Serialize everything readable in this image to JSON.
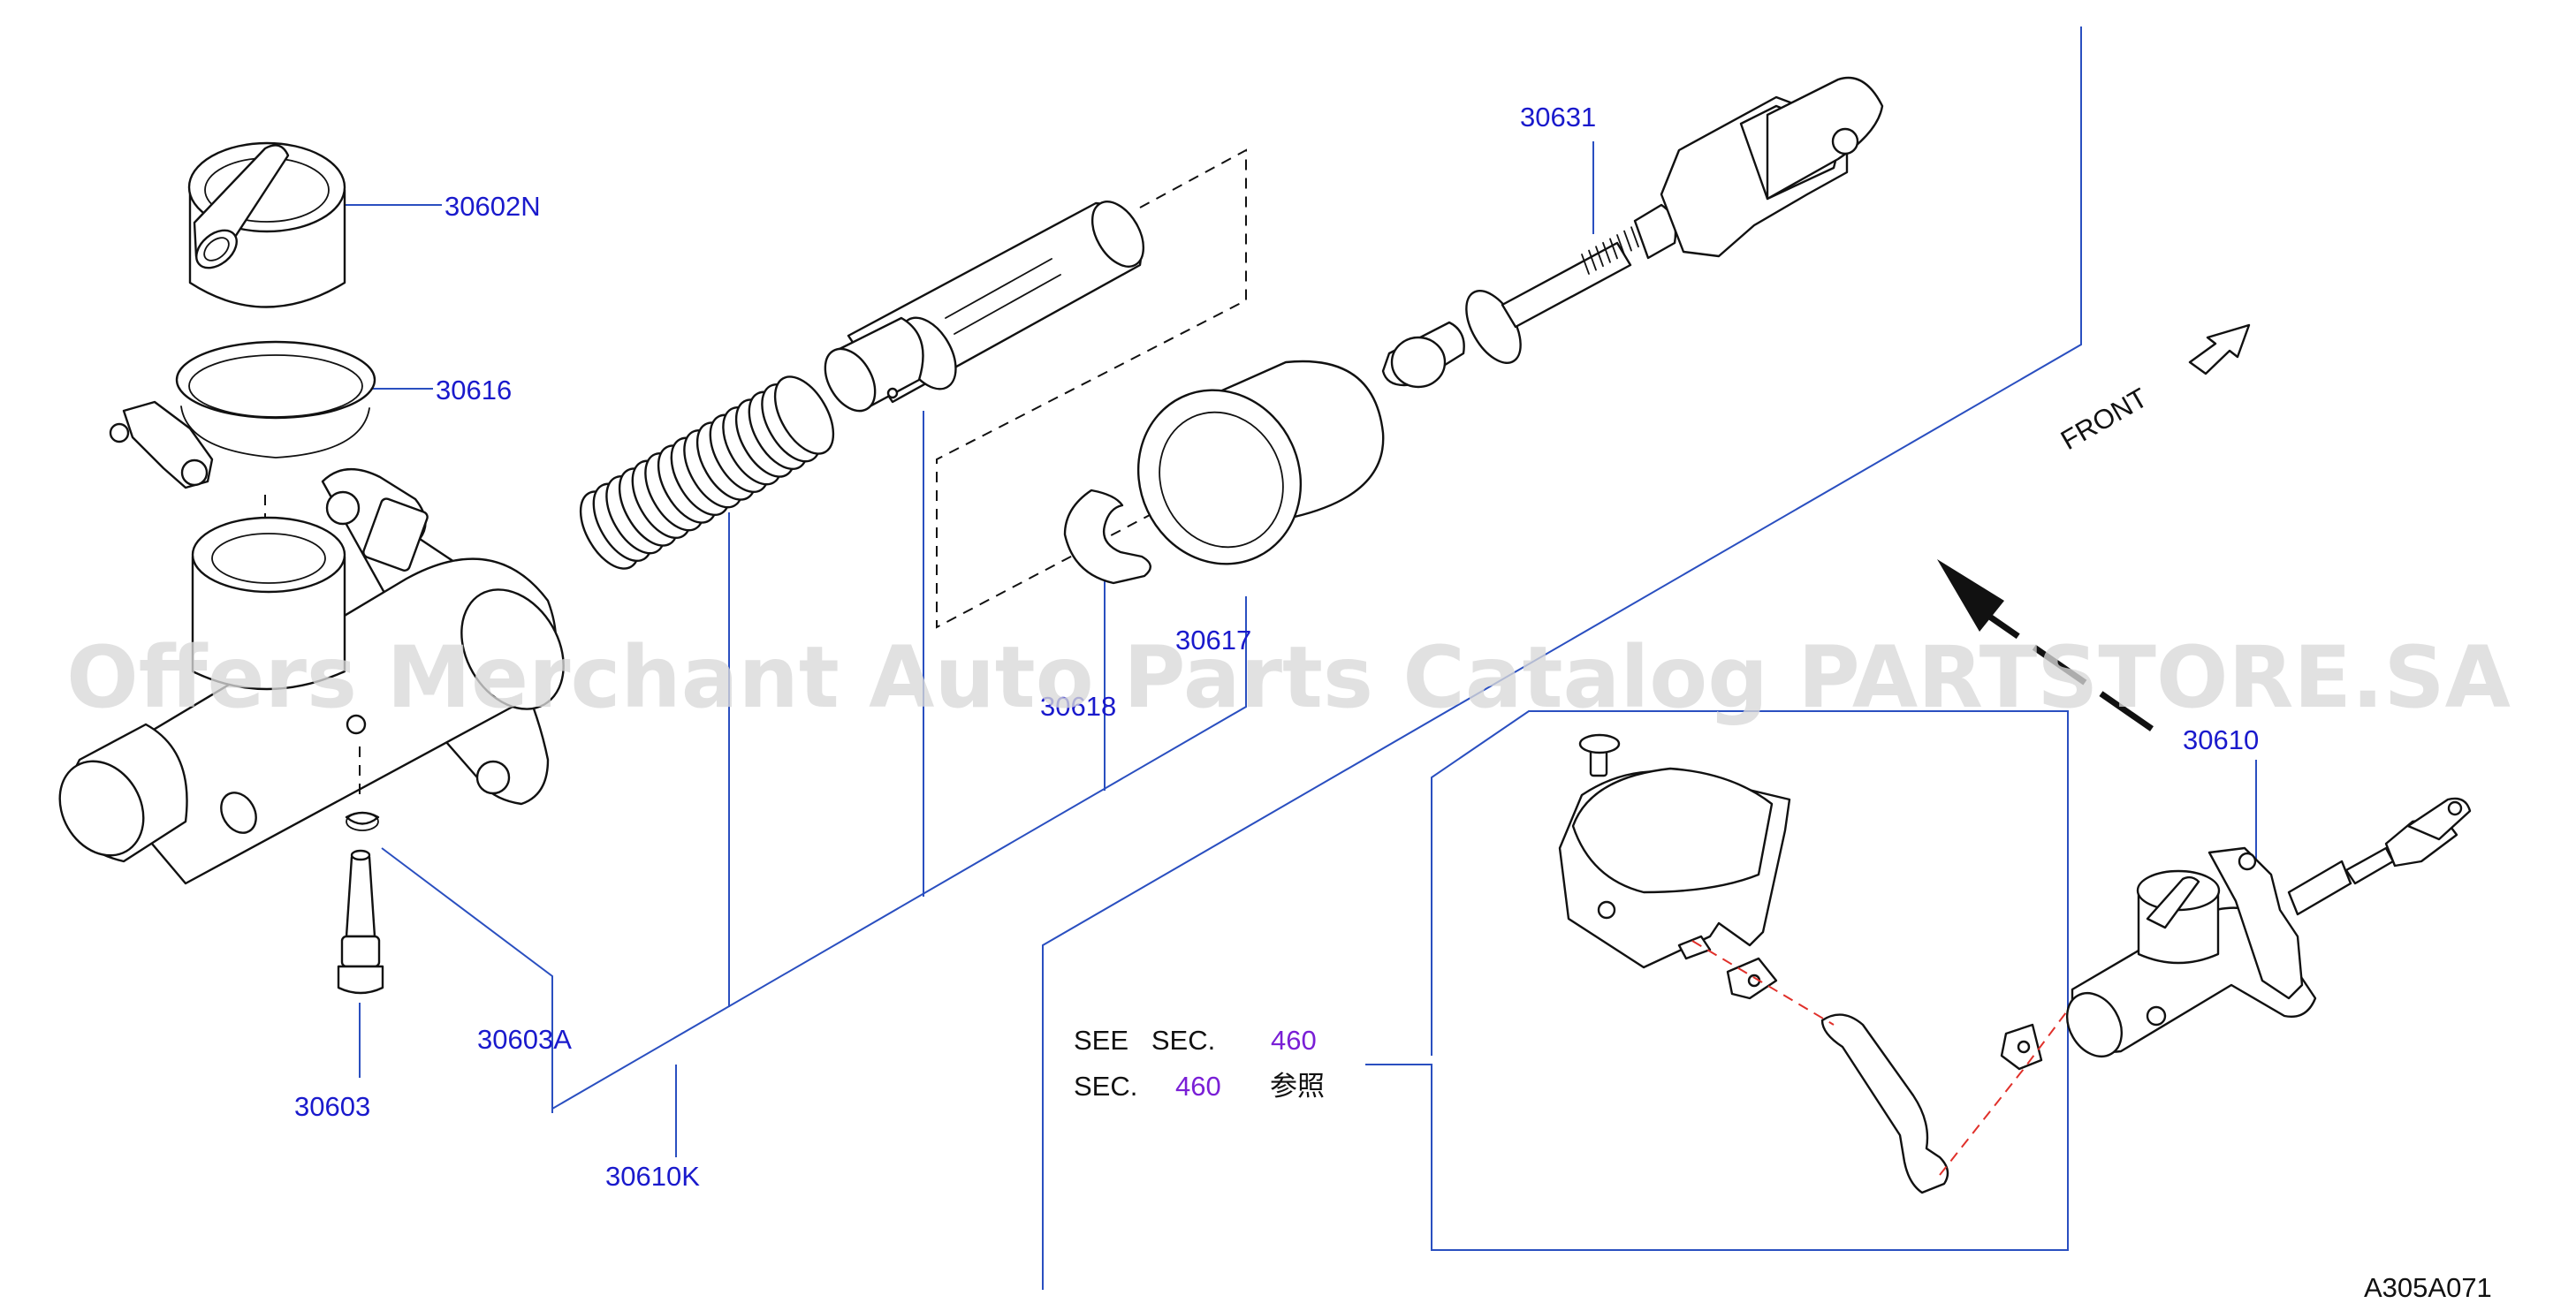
{
  "diagram_code": "A305A071",
  "front_label": "FRONT",
  "watermark": "Offers Merchant Auto Parts Catalog PARTSTORE.SA",
  "callouts": {
    "reservoir_cap": "30602N",
    "seal_ring": "30616",
    "piston_kit": "30610K",
    "bleeder_seat": "30603A",
    "bleeder_screw": "30603",
    "boot": "30617",
    "stopper_ring": "30618",
    "push_rod": "30631",
    "master_cylinder": "30610"
  },
  "see_section": {
    "line1_prefix": "SEE   SEC.",
    "line1_num": "460",
    "line2_prefix": "SEC.",
    "line2_num": "460",
    "line2_suffix": "参照"
  },
  "colors": {
    "callout_text": "#1a1acc",
    "leader_lines": "#2a4fc0",
    "section_ref": "#7a1fd6",
    "hose_route": "#e0302a"
  }
}
